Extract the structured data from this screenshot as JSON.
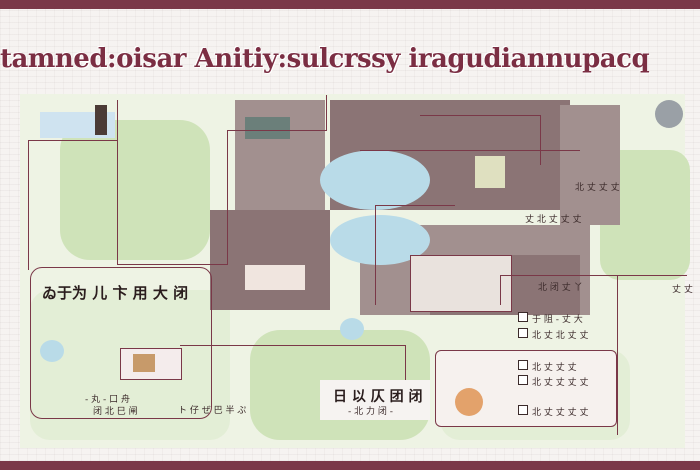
{
  "title": "tamned:oisar Anitiy:sulcrssy iragudiannupacq",
  "labels": {
    "left_panel": "ゐ于为 儿 卞 用 大 闭",
    "center_bottom": "日 以 仄 团 闭",
    "center_bottom_small": "- 北 力 闭 -",
    "bottom_left_small": "ト 仔 ぜ 巴 半 ぷ",
    "left_small_a": "- 丸 - 口 舟",
    "left_small_b": "闭 北 巳 闸",
    "right_list": [
      "北 闭 丈 丫",
      "于 阻 - 丈 大",
      "北 丈 北 丈 丈",
      "北 丈 丈 丈",
      "北 丈 丈 丈 丈",
      "北 丈 丈 丈 丈"
    ],
    "top_right_small": "北 丈 丈 丈",
    "mid_right_small": "丈 北 丈 丈 丈",
    "far_right": "丈 丈"
  },
  "colors": {
    "accent": "#7a3848",
    "land": "#cfe3b9",
    "water": "#b9dbe8",
    "brown": "#8b7475"
  }
}
